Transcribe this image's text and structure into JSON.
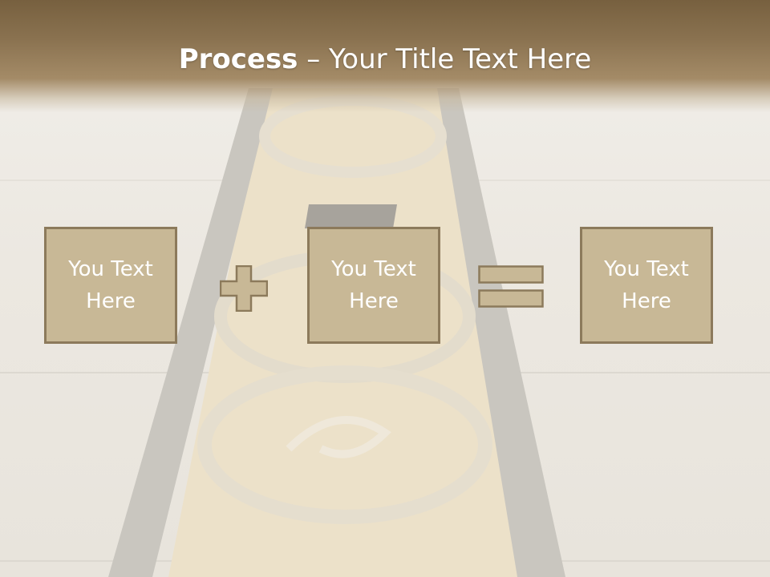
{
  "slide": {
    "title_bold": "Process",
    "title_rest": " – Your Title Text Here",
    "boxes": [
      {
        "label": "You Text Here"
      },
      {
        "label": "You Text Here"
      },
      {
        "label": "You Text Here"
      }
    ],
    "operators": [
      "plus-icon",
      "equals-icon"
    ]
  },
  "colors": {
    "header": "#8a7250",
    "box_fill": "#c8b896",
    "box_border": "#8c7a5b",
    "text": "#ffffff"
  }
}
